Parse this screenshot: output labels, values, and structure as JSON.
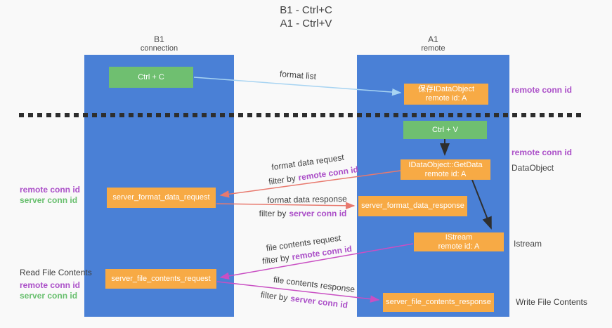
{
  "title": {
    "line1": "B1 - Ctrl+C",
    "line2": "A1 - Ctrl+V"
  },
  "columns": {
    "left": {
      "name": "B1",
      "role": "connection"
    },
    "right": {
      "name": "A1",
      "role": "remote"
    }
  },
  "boxes": {
    "ctrl_c": "Ctrl + C",
    "ctrl_v": "Ctrl + V",
    "save_dataobject_line1": "保存IDataObject",
    "save_dataobject_line2": "remote id: A",
    "getdata_line1": "IDataObject::GetData",
    "getdata_line2": "remote id: A",
    "istream_line1": "IStream",
    "istream_line2": "remote id: A",
    "format_request": "server_format_data_request",
    "format_response": "server_format_data_response",
    "file_request": "server_file_contents_request",
    "file_response": "server_file_contents_response"
  },
  "arrow_labels": {
    "format_list": "format list",
    "format_data_request": "format data request",
    "format_data_response": "format data response",
    "file_contents_request": "file contents request",
    "file_contents_response": "file contents response",
    "filter_by": "filter by",
    "remote_conn_id": "remote conn id",
    "server_conn_id": "server conn id"
  },
  "side_labels": {
    "remote_conn_id": "remote conn id",
    "server_conn_id": "server conn id",
    "dataobject": "DataObject",
    "istream": "Istream",
    "read_file_contents": "Read File Contents",
    "write_file_contents": "Write File Contents"
  },
  "colors": {
    "lifeline_blue": "#4a80d6",
    "node_orange": "#f7aa45",
    "node_green": "#6fbf70",
    "arrow_red": "#e8796e",
    "arrow_magenta": "#c94fc3",
    "arrow_lightblue": "#a8d4f2",
    "arrow_black": "#2e2e2e",
    "label_purple": "#ab4fc8",
    "label_green": "#68bf6e",
    "background": "#f9f9f9"
  }
}
